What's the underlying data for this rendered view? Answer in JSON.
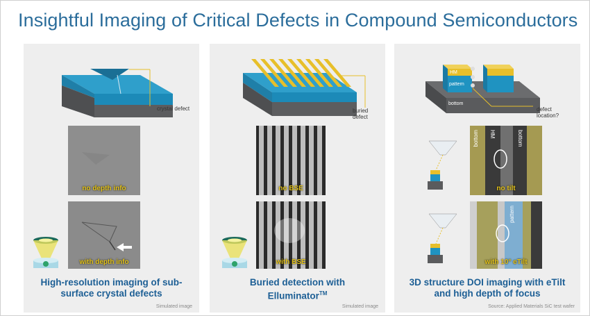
{
  "title": "Insightful Imaging of Critical Defects in Compound Semiconductors",
  "panels": [
    {
      "top_label": "crystal defect",
      "image1_label": "no depth info",
      "image2_label": "with depth info",
      "caption_line1": "High-resolution imaging of sub-",
      "caption_line2": "surface crystal defects",
      "note": "Simulated image"
    },
    {
      "top_label_line1": "buried",
      "top_label_line2": "defect",
      "image1_label": "no BSE",
      "image2_label": "with BSE",
      "caption_line1": "Buried detection with",
      "caption_line2": "Elluminator",
      "caption_sup": "TM",
      "note": "Simulated image"
    },
    {
      "label_hm": "HM",
      "label_pattern": "pattern",
      "label_bottom": "bottom",
      "label_defect_line1": "defect",
      "label_defect_line2": "location?",
      "image1_labels": {
        "left": "bottom",
        "center": "HM",
        "right": "bottom"
      },
      "image1_label": "no tilt",
      "image2_inner": "pattern",
      "image2_label": "with 10° eTilt",
      "caption_line1": "3D structure DOI imaging with eTilt",
      "caption_line2": "and high depth of focus",
      "note": "Source: Applied Materials SiC test wafer"
    }
  ],
  "colors": {
    "title": "#2b6d9b",
    "caption": "#1d5f95",
    "substrate_top": "#1f93c1",
    "substrate_side": "#58595b",
    "gold": "#e7bf2a",
    "image_label": "#e3c21a"
  }
}
